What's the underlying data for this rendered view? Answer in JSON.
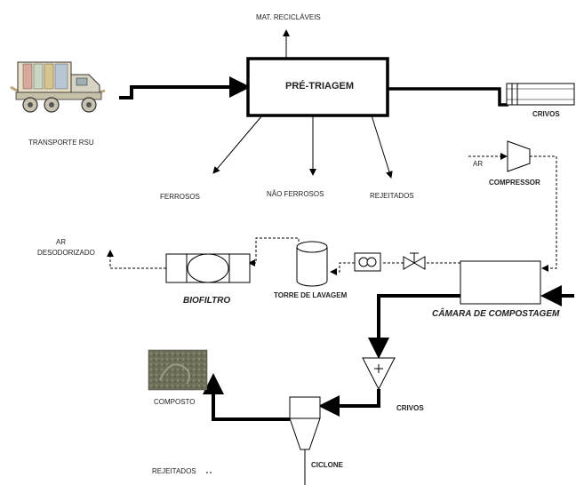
{
  "labels": {
    "mat_reciclaveis": "MAT. RECICLÁVEIS",
    "pre_triagem": "PRÉ-TRIAGEM",
    "transporte_rsu": "TRANSPORTE RSU",
    "crivos_top": "CRIVOS",
    "ferrosos": "FERROSOS",
    "nao_ferrosos": "NÃO FERROSOS",
    "rejeitados_top": "REJEITADOS",
    "ar": "AR",
    "compressor": "COMPRESSOR",
    "ar_desodorizado_1": "AR",
    "ar_desodorizado_2": "DESODORIZADO",
    "biofiltro": "BIOFILTRO",
    "torre_de_lavagem": "TORRE DE LAVAGEM",
    "camara_de_compostagem": "CÂMARA DE COMPOSTAGEM",
    "composto": "COMPOSTO",
    "crivos_bottom": "CRIVOS",
    "ciclone": "CICLONE",
    "rejeitados_bottom": "REJEITADOS"
  }
}
